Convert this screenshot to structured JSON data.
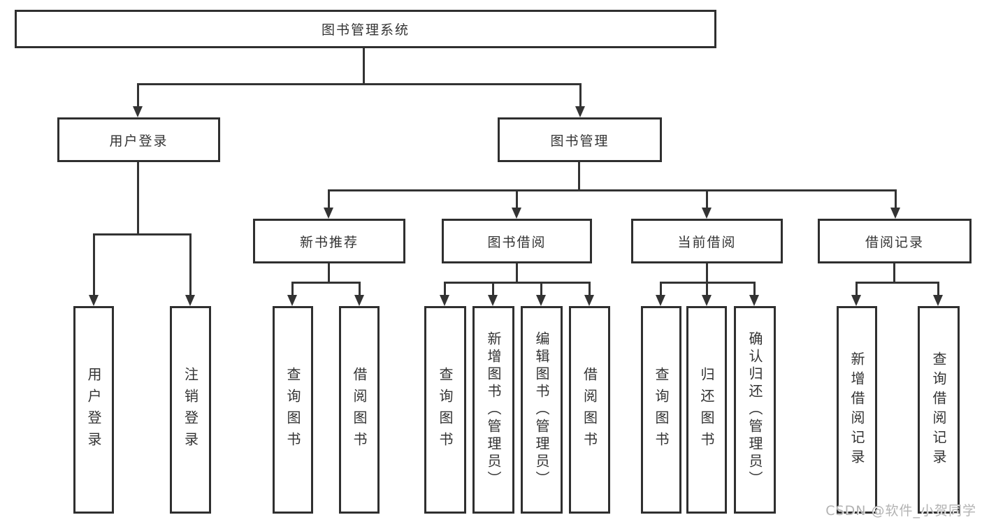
{
  "colors": {
    "line": "#333333",
    "box_border": "#2f2f2f",
    "text": "#333333",
    "background": "#ffffff",
    "watermark": "#b3b3b3"
  },
  "diagram": {
    "root": {
      "label": "图书管理系统"
    },
    "level2": [
      {
        "label": "用户登录"
      },
      {
        "label": "图书管理"
      }
    ],
    "level3": [
      {
        "label": "新书推荐"
      },
      {
        "label": "图书借阅"
      },
      {
        "label": "当前借阅"
      },
      {
        "label": "借阅记录"
      }
    ],
    "leaves": {
      "user_login": [
        "用户登录",
        "注销登录"
      ],
      "new_book_recommend": [
        "查询图书",
        "借阅图书"
      ],
      "book_borrow": [
        "查询图书",
        "新增图书（管理员）",
        "编辑图书（管理员）",
        "借阅图书"
      ],
      "current_borrow": [
        "查询图书",
        "归还图书",
        "确认归还（管理员）"
      ],
      "borrow_records": [
        "新增借阅记录",
        "查询借阅记录"
      ]
    }
  },
  "watermark": {
    "text": "CSDN @软件_小贺同学"
  }
}
